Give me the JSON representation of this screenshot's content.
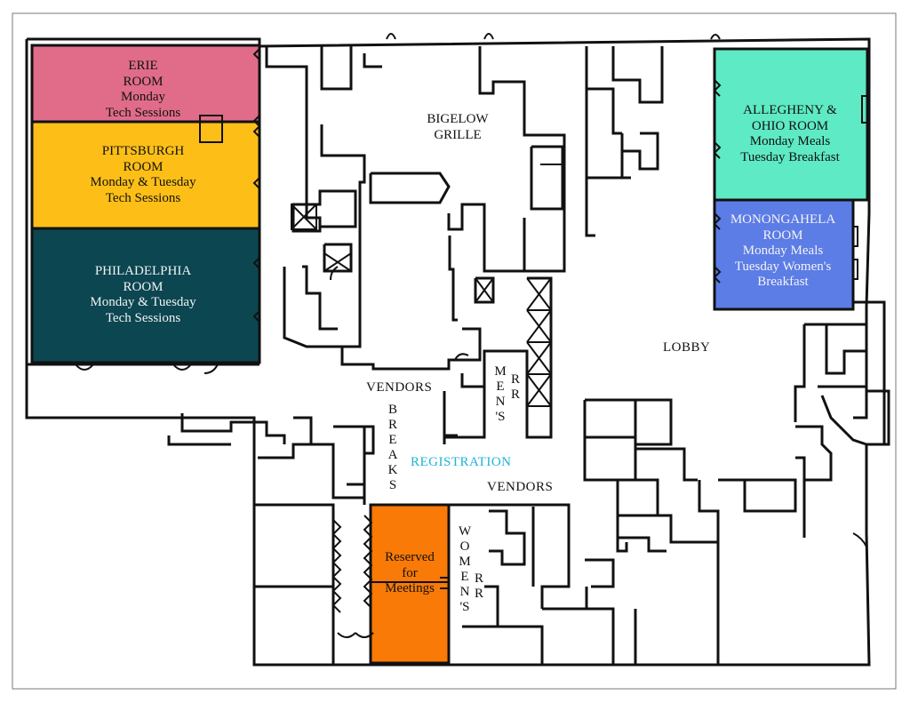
{
  "colors": {
    "erie": "#E06C89",
    "pittsburgh": "#FDBF17",
    "philadelphia": "#0B4651",
    "allegheny": "#5EEAC4",
    "monongahela": "#5C7CE6",
    "reserved": "#F97A06",
    "registration": "#1EB3D6",
    "walls": "#111111"
  },
  "rooms": {
    "erie": "ERIE\nROOM\nMonday\nTech Sessions",
    "pittsburgh": "PITTSBURGH\nROOM\nMonday & Tuesday\nTech Sessions",
    "philadelphia": "PHILADELPHIA\nROOM\nMonday & Tuesday\nTech Sessions",
    "allegheny": "ALLEGHENY &\nOHIO ROOM\nMonday Meals\nTuesday Breakfast",
    "monongahela": "MONONGAHELA\nROOM\nMonday Meals\nTuesday Women's\nBreakfast",
    "reserved": "Reserved\nfor\nMeetings"
  },
  "areas": {
    "bigelow_grille": "BIGELOW\nGRILLE",
    "lobby": "LOBBY",
    "vendors_upper": "VENDORS",
    "vendors_lower": "VENDORS",
    "registration": "REGISTRATION",
    "breaks": "B\nR\nE\nA\nK\nS",
    "mens": "M\nE\nN\n'S",
    "mens_rr": "R\nR",
    "womens": "W\nO\nM\nE\nN\n'S",
    "womens_rr": "R\nR"
  }
}
